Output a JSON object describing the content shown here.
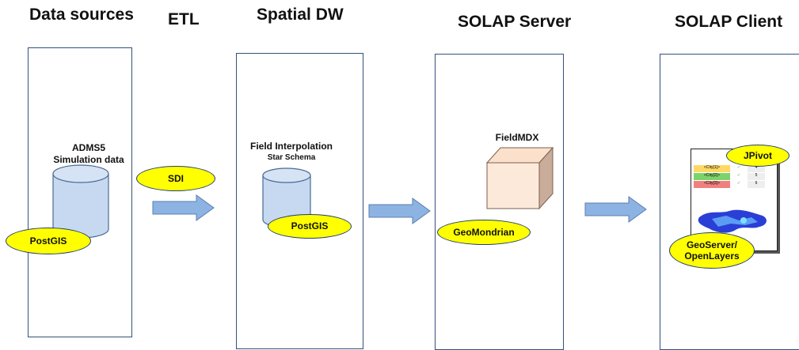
{
  "stages": {
    "data_sources": "Data sources",
    "etl": "ETL",
    "spatial_dw": "Spatial DW",
    "solap_server": "SOLAP Server",
    "solap_client": "SOLAP Client"
  },
  "data_sources_panel": {
    "db_label_line1": "ADMS5",
    "db_label_line2": "Simulation data",
    "badge": "PostGIS"
  },
  "etl": {
    "badge": "SDI"
  },
  "spatial_dw_panel": {
    "title": "Field Interpolation",
    "subtitle": "Star Schema",
    "badge": "PostGIS"
  },
  "solap_server_panel": {
    "title": "FieldMDX",
    "badge": "GeoMondrian"
  },
  "solap_client_panel": {
    "jpivot_badge": "JPivot",
    "geoserver_line1": "GeoServer/",
    "geoserver_line2": "OpenLayers",
    "table_rows": [
      {
        "label": "<City[1]>",
        "check": "✓",
        "value": "4"
      },
      {
        "label": "<City[2]>",
        "check": "✓",
        "value": "5"
      },
      {
        "label": "<City[3]>",
        "check": "✓",
        "value": "6"
      }
    ]
  },
  "colors": {
    "badge_fill": "#ffff00",
    "cylinder_fill": "#c6d9f1",
    "cube_fill": "#fde9d9",
    "arrow_fill": "#8db3e2",
    "panel_border": "#33507a"
  }
}
